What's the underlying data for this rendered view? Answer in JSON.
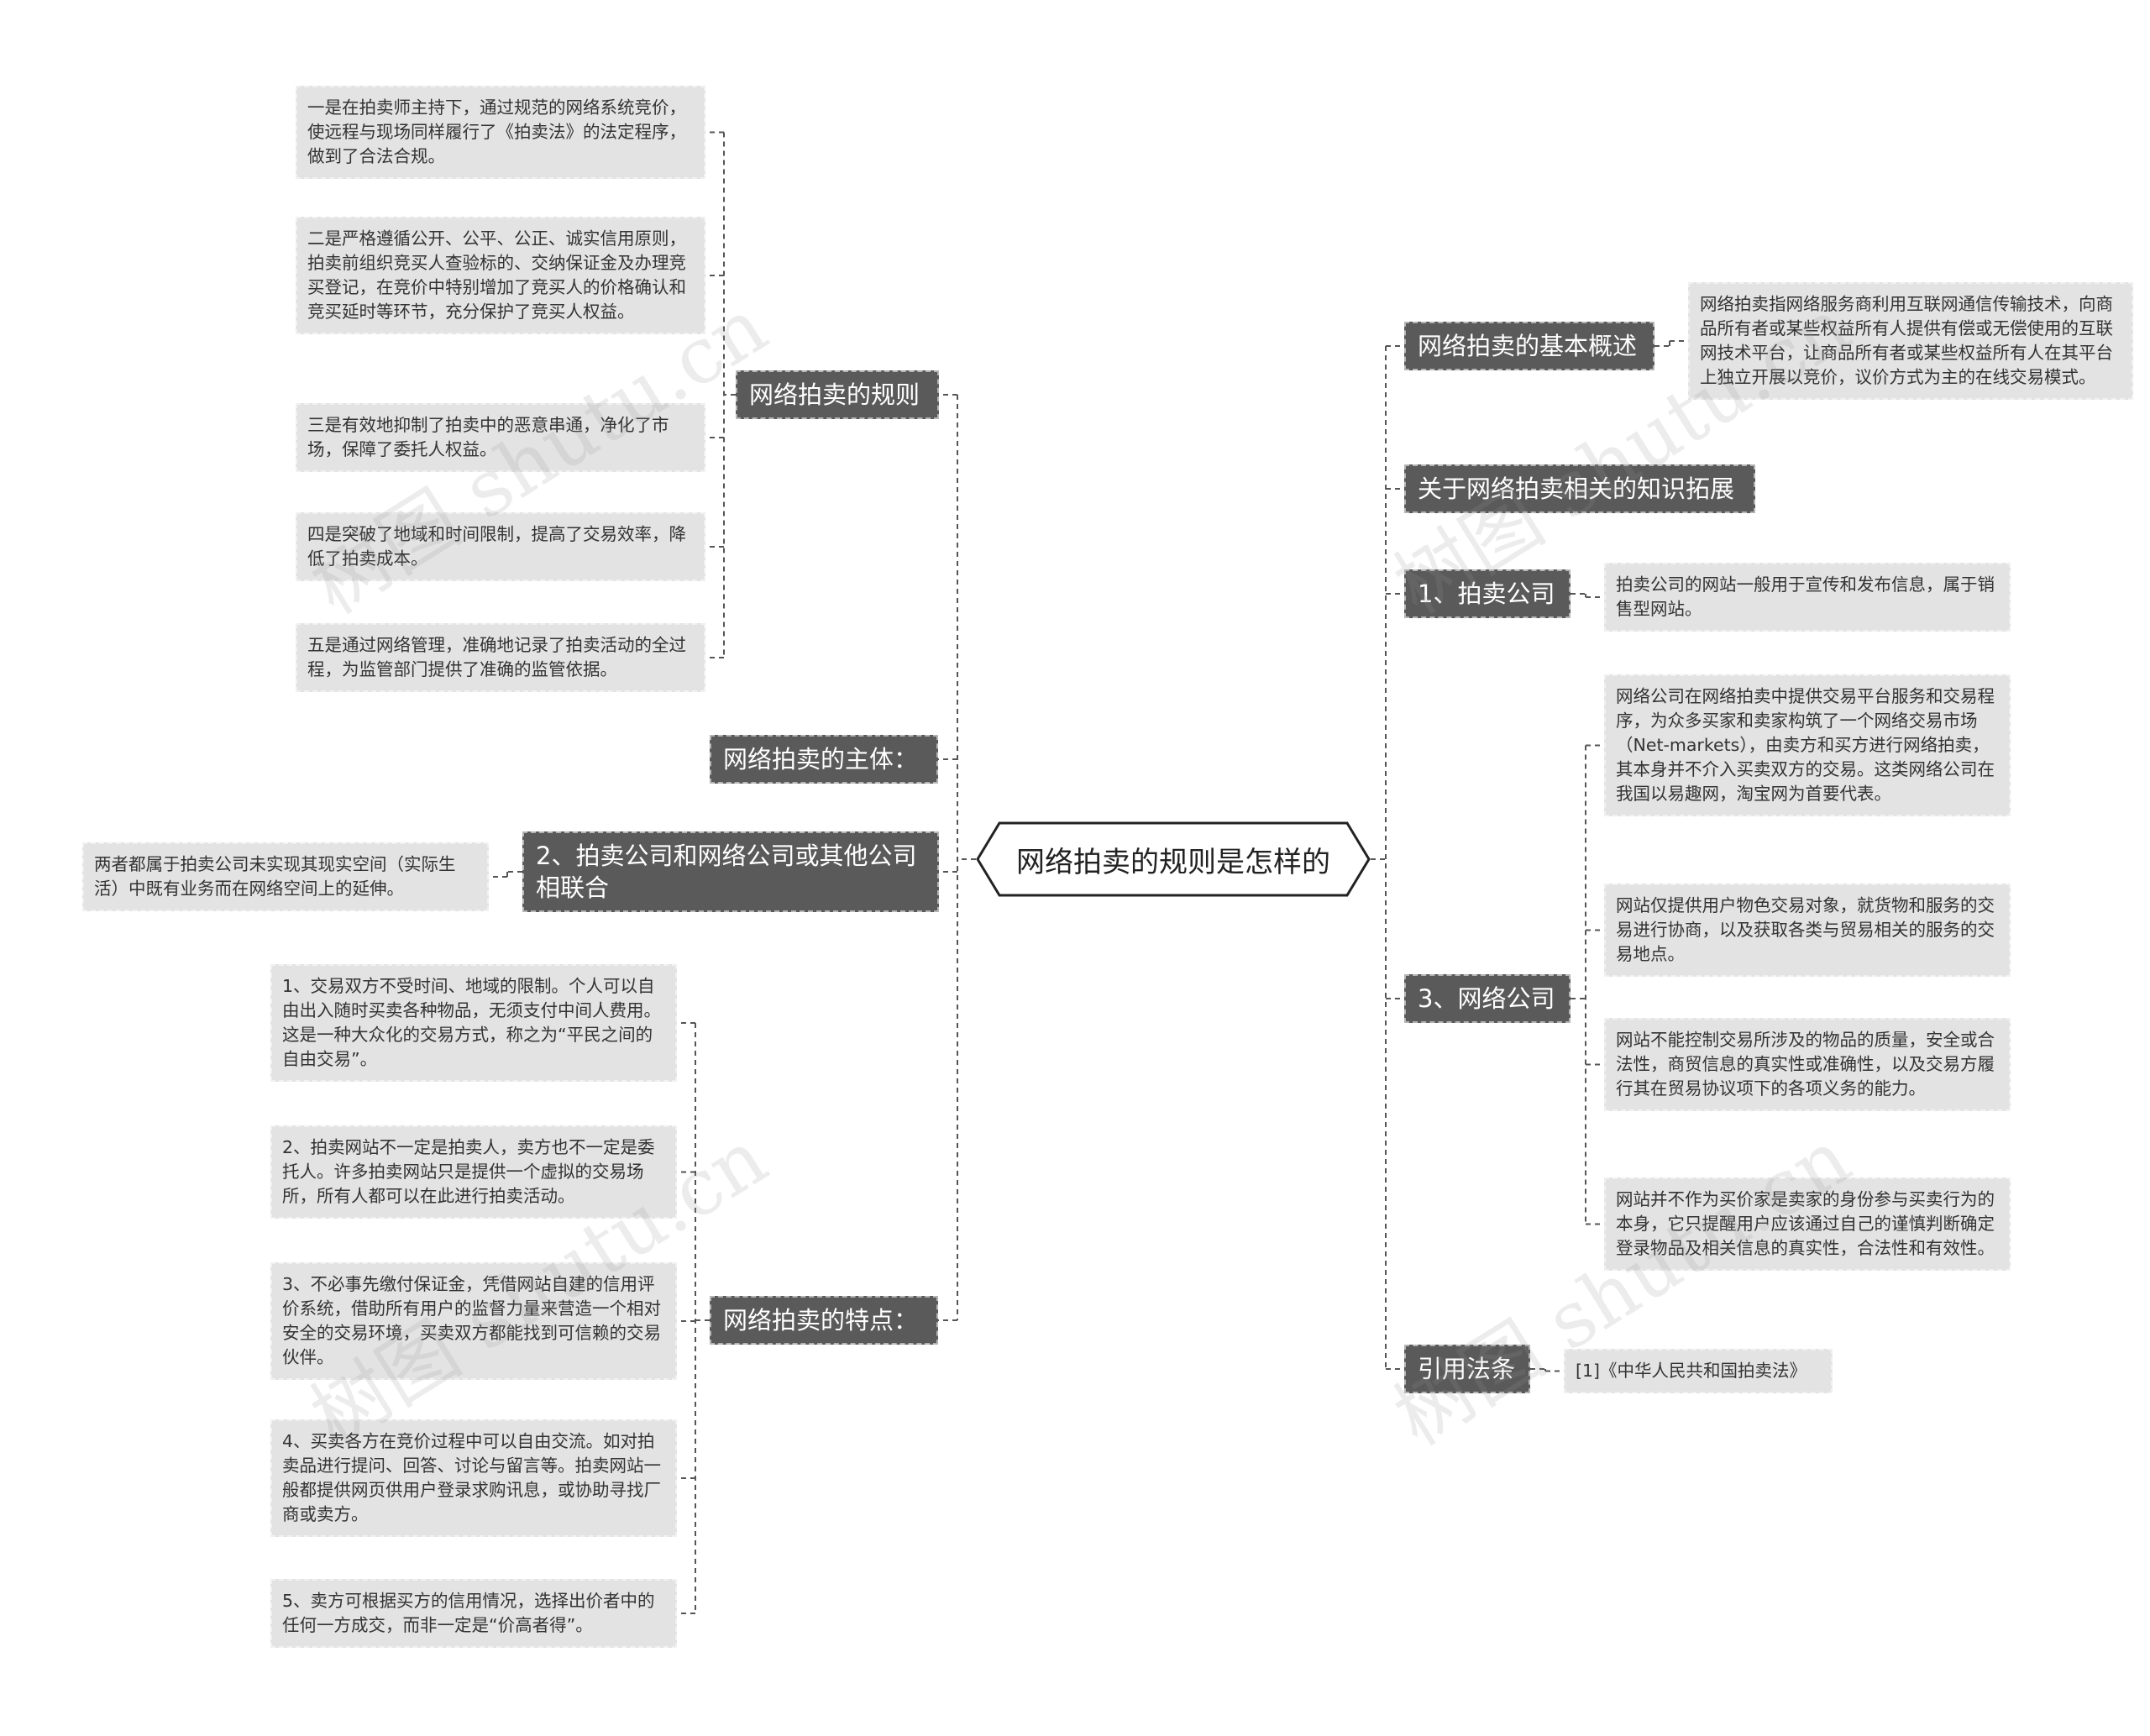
{
  "root": {
    "label": "网络拍卖的规则是怎样的"
  },
  "watermark": "树图 shutu.cn",
  "colors": {
    "branch_bg": "#5a5a5a",
    "leaf_bg": "#e3e3e3",
    "connector": "#555555",
    "root_border": "#222222"
  },
  "left": {
    "rules": {
      "label": "网络拍卖的规则",
      "items": [
        "一是在拍卖师主持下，通过规范的网络系统竞价，使远程与现场同样履行了《拍卖法》的法定程序，做到了合法合规。",
        "二是严格遵循公开、公平、公正、诚实信用原则，拍卖前组织竞买人查验标的、交纳保证金及办理竞买登记，在竞价中特别增加了竞买人的价格确认和竞买延时等环节，充分保护了竞买人权益。",
        "三是有效地抑制了拍卖中的恶意串通，净化了市场，保障了委托人权益。",
        "四是突破了地域和时间限制，提高了交易效率，降低了拍卖成本。",
        "五是通过网络管理，准确地记录了拍卖活动的全过程，为监管部门提供了准确的监管依据。"
      ]
    },
    "subject": {
      "label": "网络拍卖的主体："
    },
    "combined": {
      "label": "2、拍卖公司和网络公司或其他公司相联合",
      "items": [
        "两者都属于拍卖公司未实现其现实空间（实际生活）中既有业务而在网络空间上的延伸。"
      ]
    },
    "features": {
      "label": "网络拍卖的特点：",
      "items": [
        "1、交易双方不受时间、地域的限制。个人可以自由出入随时买卖各种物品，无须支付中间人费用。这是一种大众化的交易方式，称之为“平民之间的自由交易”。",
        "2、拍卖网站不一定是拍卖人，卖方也不一定是委托人。许多拍卖网站只是提供一个虚拟的交易场所，所有人都可以在此进行拍卖活动。",
        "3、不必事先缴付保证金，凭借网站自建的信用评价系统，借助所有用户的监督力量来营造一个相对安全的交易环境，买卖双方都能找到可信赖的交易伙伴。",
        "4、买卖各方在竞价过程中可以自由交流。如对拍卖品进行提问、回答、讨论与留言等。拍卖网站一般都提供网页供用户登录求购讯息，或协助寻找厂商或卖方。",
        "5、卖方可根据买方的信用情况，选择出价者中的任何一方成交，而非一定是“价高者得”。"
      ]
    }
  },
  "right": {
    "concept": {
      "label": "网络拍卖的基本概述",
      "items": [
        "网络拍卖指网络服务商利用互联网通信传输技术，向商品所有者或某些权益所有人提供有偿或无偿使用的互联网技术平台，让商品所有者或某些权益所有人在其平台上独立开展以竞价，议价方式为主的在线交易模式。"
      ]
    },
    "knowledge": {
      "label": "关于网络拍卖相关的知识拓展"
    },
    "auction_company": {
      "label": "1、拍卖公司",
      "items": [
        "拍卖公司的网站一般用于宣传和发布信息，属于销售型网站。"
      ]
    },
    "network_company": {
      "label": "3、网络公司",
      "items": [
        "网络公司在网络拍卖中提供交易平台服务和交易程序，为众多买家和卖家构筑了一个网络交易市场（Net-markets），由卖方和买方进行网络拍卖，其本身并不介入买卖双方的交易。这类网络公司在我国以易趣网，淘宝网为首要代表。",
        "网站仅提供用户物色交易对象，就货物和服务的交易进行协商，以及获取各类与贸易相关的服务的交易地点。",
        "网站不能控制交易所涉及的物品的质量，安全或合法性，商贸信息的真实性或准确性，以及交易方履行其在贸易协议项下的各项义务的能力。",
        "网站并不作为买价家是卖家的身份参与买卖行为的本身，它只提醒用户应该通过自己的谨慎判断确定登录物品及相关信息的真实性，合法性和有效性。"
      ]
    },
    "law": {
      "label": "引用法条",
      "items": [
        "[1]《中华人民共和国拍卖法》"
      ]
    }
  }
}
